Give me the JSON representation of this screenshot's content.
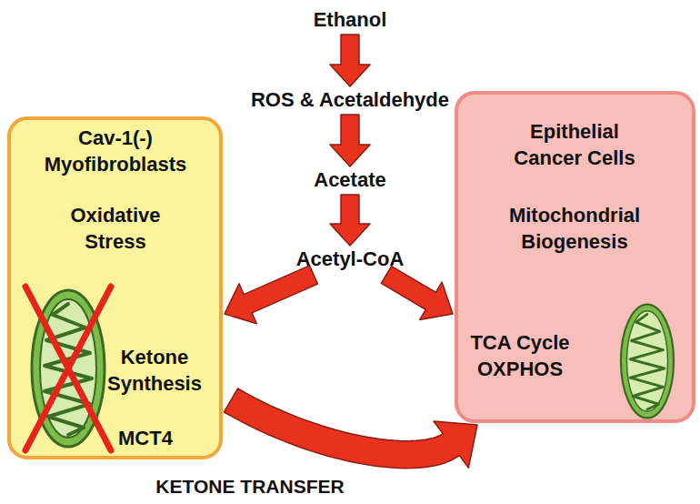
{
  "diagram": {
    "nodes": [
      {
        "text": [
          "Ethanol"
        ]
      },
      {
        "text": [
          "ROS & Acetaldehyde"
        ]
      },
      {
        "text": [
          "Acetate"
        ]
      },
      {
        "text": [
          "Acetyl-CoA"
        ]
      },
      {
        "text": [
          "Cav-1(-) Myofibroblasts",
          "Oxidative Stress",
          "Ketone Synthesis",
          "MCT4"
        ]
      },
      {
        "text": [
          "Epithelial Cancer Cells",
          "Mitochondrial Biogenesis",
          "TCA Cycle OXPHOS"
        ]
      }
    ],
    "edges": [
      {
        "from": 0,
        "to": 1,
        "arrow": "to"
      },
      {
        "from": 1,
        "to": 2,
        "arrow": "to"
      },
      {
        "from": 2,
        "to": 3,
        "arrow": "to"
      },
      {
        "from": 3,
        "to": 4,
        "arrow": "to"
      },
      {
        "from": 3,
        "to": 5,
        "arrow": "to"
      },
      {
        "from": 4,
        "to": 5,
        "arrow": "to",
        "label": "KETONE TRANSFER"
      }
    ]
  }
}
